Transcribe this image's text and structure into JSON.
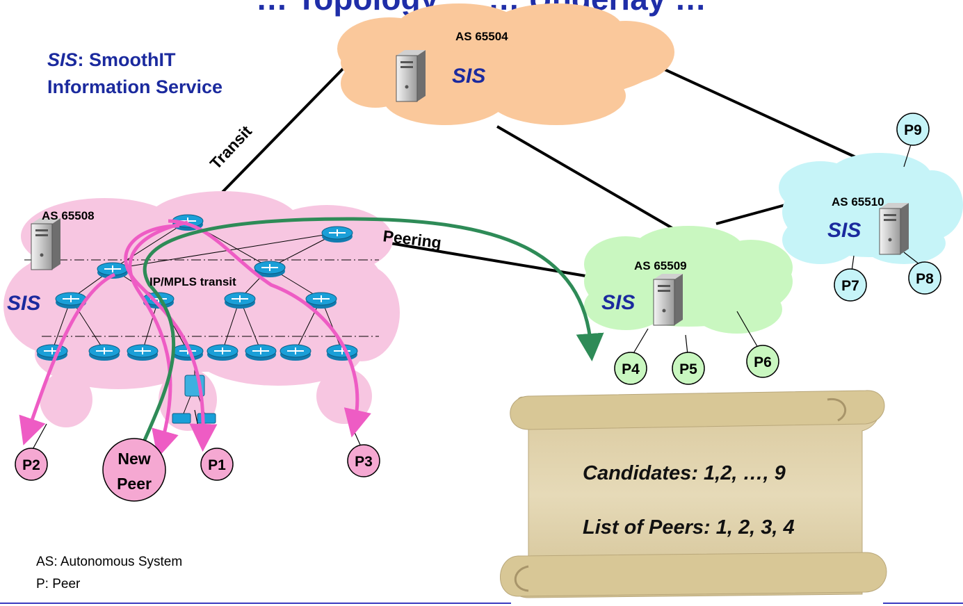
{
  "title": "… Topology … … Underlay …",
  "sis_legend": {
    "abbr": "SIS",
    "rest_line1": ": SmoothIT",
    "line2": "Information Service"
  },
  "as_labels": {
    "as65504": "AS 65504",
    "as65508": "AS 65508",
    "as65509": "AS 65509",
    "as65510": "AS 65510"
  },
  "sis_label": "SIS",
  "link_labels": {
    "transit": "Transit",
    "peering": "Peering",
    "ip_mpls": "IP/MPLS transit"
  },
  "peers": {
    "p1": "P1",
    "p2": "P2",
    "p3": "P3",
    "p4": "P4",
    "p5": "P5",
    "p6": "P6",
    "p7": "P7",
    "p8": "P8",
    "p9": "P9",
    "new_peer_line1": "New",
    "new_peer_line2": "Peer"
  },
  "scroll": {
    "candidates": "Candidates: 1,2, …, 9",
    "list_of_peers": "List of Peers: 1, 2, 3, 4"
  },
  "footnote": {
    "line1": "AS: Autonomous System",
    "line2": "P: Peer"
  },
  "colors": {
    "title_blue": "#1f2ea8",
    "sis_blue": "#1b2a9e",
    "orange_cloud": "#fac89b",
    "pink_cloud": "#f7c6e1",
    "green_cloud": "#c9f7c0",
    "cyan_cloud": "#c6f4f8",
    "pink_arrow": "#ee5cc4",
    "green_arrow": "#2e8b57",
    "router": "#1a9fd8",
    "scroll": "#e1d3ad"
  }
}
